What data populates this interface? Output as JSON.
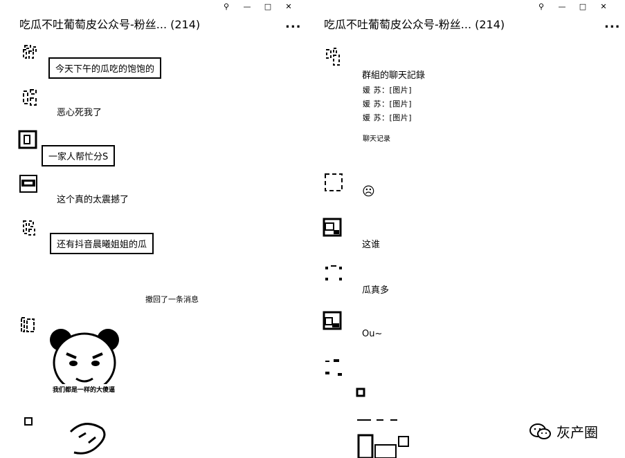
{
  "left": {
    "title": "吃瓜不吐葡萄皮公众号-粉丝... (214)",
    "more": "...",
    "controls": [
      "⚲",
      "—",
      "□",
      "✕"
    ],
    "messages": [
      {
        "text": "今天下午的瓜吃的饱饱的",
        "style": "boxed"
      },
      {
        "text": "恶心死我了",
        "style": "plain"
      },
      {
        "text": "一家人帮忙分S",
        "style": "boxed"
      },
      {
        "text": "这个真的太震撼了",
        "style": "plain"
      },
      {
        "text": "还有抖音晨曦姐姐的瓜",
        "style": "boxed"
      }
    ],
    "system_notice": "撤回了一条消息",
    "sticker_caption": "我们都是一样的大傻逼"
  },
  "right": {
    "title": "吃瓜不吐葡萄皮公众号-粉丝... (214)",
    "more": "...",
    "controls": [
      "⚲",
      "—",
      "□",
      "✕"
    ],
    "forward": {
      "title": "群組的聊天記錄",
      "lines": [
        "媛   苏：[图片]",
        "媛   苏：[图片]",
        "媛   苏：[图片]"
      ],
      "footer": "聊天记录"
    },
    "emoji": "☹",
    "messages": [
      {
        "text": "这谁"
      },
      {
        "text": "瓜真多"
      },
      {
        "text": "Ou~"
      }
    ]
  },
  "watermark": {
    "text": "灰产圈",
    "icon": "wechat-icon"
  }
}
